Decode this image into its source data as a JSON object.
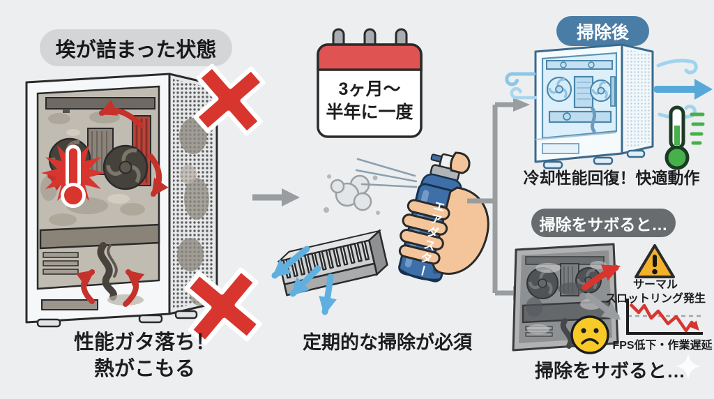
{
  "colors": {
    "background": "#eceef0",
    "accent_red": "#d8352f",
    "badge_gray_bg": "#d3d5d6",
    "badge_blue_bg": "#4a7da6",
    "badge_dark_bg": "#696c6e",
    "duster_blue": "#3f6fa8",
    "air_blue": "#5fb0e0",
    "good_green": "#46b04a",
    "warning_yellow": "#f3b229",
    "face_yellow": "#f7ca28",
    "connector_gray": "#9a9da0",
    "text_black": "#1d1d1f"
  },
  "left_panel": {
    "badge": "埃が詰まった状態",
    "caption_line1": "性能ガタ落ち！",
    "caption_line2": "熱がこもる"
  },
  "center_panel": {
    "calendar_line1": "3ヶ月～",
    "calendar_line2": "半年に一度",
    "duster_label": "エアダスター",
    "caption": "定期的な掃除が必須"
  },
  "result_good": {
    "badge": "掃除後",
    "caption": "冷却性能回復！快適動作"
  },
  "result_bad": {
    "badge": "掃除をサボると…",
    "warning_line1": "サーマル",
    "warning_line2": "スロットリング発生",
    "graph_caption": "FPS低下・作業遅延",
    "caption": "掃除をサボると…"
  }
}
